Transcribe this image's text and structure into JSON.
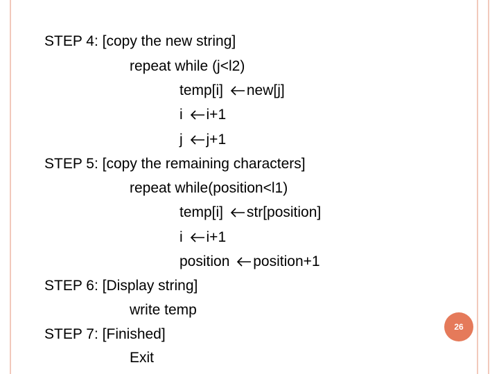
{
  "slide": {
    "lines": [
      {
        "text": "STEP 4: [copy the new string]"
      },
      {
        "text": "repeat while (j<l2)"
      },
      {
        "lhs": "temp[i]",
        "rhs": "new[j]"
      },
      {
        "lhs": "i",
        "rhs": "i+1"
      },
      {
        "lhs": "j",
        "rhs": "j+1"
      },
      {
        "text": "STEP 5: [copy the remaining characters]"
      },
      {
        "text": "repeat while(position<l1)"
      },
      {
        "lhs": "temp[i]",
        "rhs": "str[position]"
      },
      {
        "lhs": "i",
        "rhs": "i+1"
      },
      {
        "lhs": "position",
        "rhs": "position+1"
      },
      {
        "text": "STEP 6: [Display string]"
      },
      {
        "text": "write temp"
      },
      {
        "text": "STEP 7: [Finished]"
      },
      {
        "text": "Exit"
      }
    ],
    "page_number": "26",
    "accent_color": "#e57a5a",
    "border_color": "#f2c9bb",
    "arrow_icon": "left-arrow-icon"
  }
}
